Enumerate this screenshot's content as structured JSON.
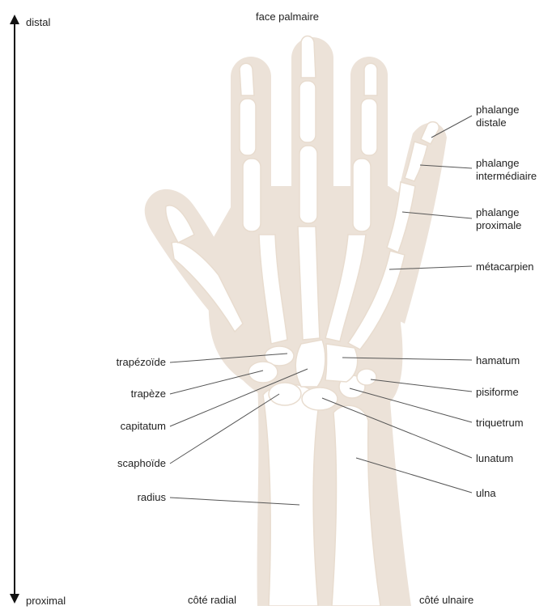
{
  "title": "face palmaire",
  "axis": {
    "top": "distal",
    "bottom": "proximal"
  },
  "sides": {
    "radial": "côté radial",
    "ulnar": "côté ulnaire"
  },
  "labels": {
    "phalange_distale": [
      "phalange",
      "distale"
    ],
    "phalange_intermediaire": [
      "phalange",
      "intermédiaire"
    ],
    "phalange_proximale": [
      "phalange",
      "proximale"
    ],
    "metacarpien": "métacarpien",
    "hamatum": "hamatum",
    "pisiforme": "pisiforme",
    "triquetrum": "triquetrum",
    "lunatum": "lunatum",
    "ulna": "ulna",
    "trapezoide": "trapézoïde",
    "trapeze": "trapèze",
    "capitatum": "capitatum",
    "scaphoide": "scaphoïde",
    "radius": "radius"
  },
  "colors": {
    "tissue": "#ece2d8",
    "bone": "#ffffff",
    "bone_outline": "#e8dccf",
    "leader_line": "#555555",
    "text": "#222222"
  }
}
